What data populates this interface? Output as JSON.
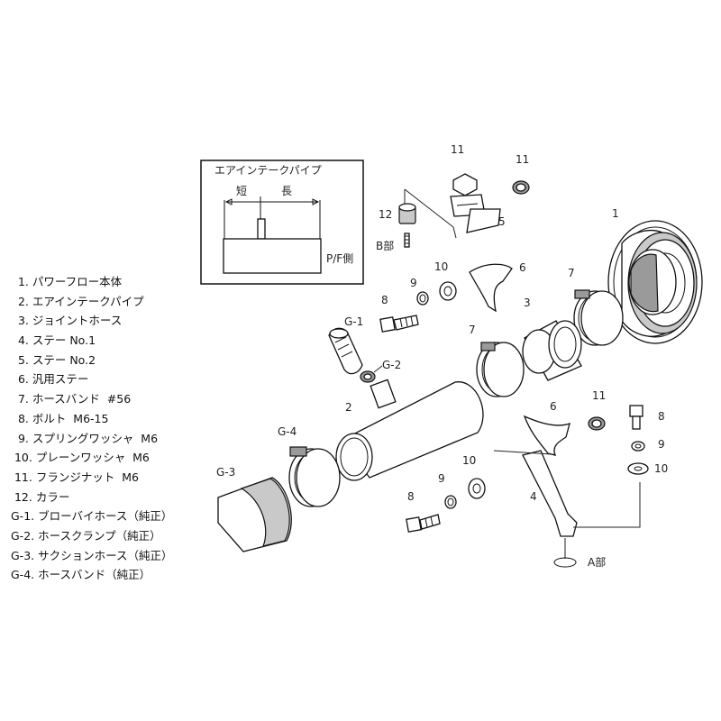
{
  "inset": {
    "title": "エアインテークパイプ",
    "short_label": "短",
    "long_label": "長",
    "side_label": "P/F側"
  },
  "detail_labels": {
    "b": "B部",
    "a": "A部"
  },
  "callouts": {
    "c1": "1",
    "c3": "3",
    "c4": "4",
    "c5": "5",
    "c6a": "6",
    "c6b": "6",
    "c7a": "7",
    "c7b": "7",
    "c8a": "8",
    "c8b": "8",
    "c8c": "8",
    "c9a": "9",
    "c9b": "9",
    "c9c": "9",
    "c10a": "10",
    "c10b": "10",
    "c10c": "10",
    "c11a": "11",
    "c11b": "11",
    "c11c": "11",
    "c12": "12",
    "c2": "2",
    "g1": "G-1",
    "g2": "G-2",
    "g3": "G-3",
    "g4": "G-4"
  },
  "legend": [
    "  1. パワーフロー本体",
    "  2. エアインテークパイプ",
    "  3. ジョイントホース",
    "  4. ステー No.1",
    "  5. ステー No.2",
    "  6. 汎用ステー",
    "  7. ホースバンド  #56",
    "  8. ボルト  M6-15",
    "  9. スプリングワッシャ  M6",
    " 10. プレーンワッシャ  M6",
    " 11. フランジナット  M6",
    " 12. カラー",
    "G-1. ブローバイホース（純正）",
    "G-2. ホースクランプ（純正）",
    "G-3. サクションホース（純正）",
    "G-4. ホースバンド（純正）"
  ]
}
